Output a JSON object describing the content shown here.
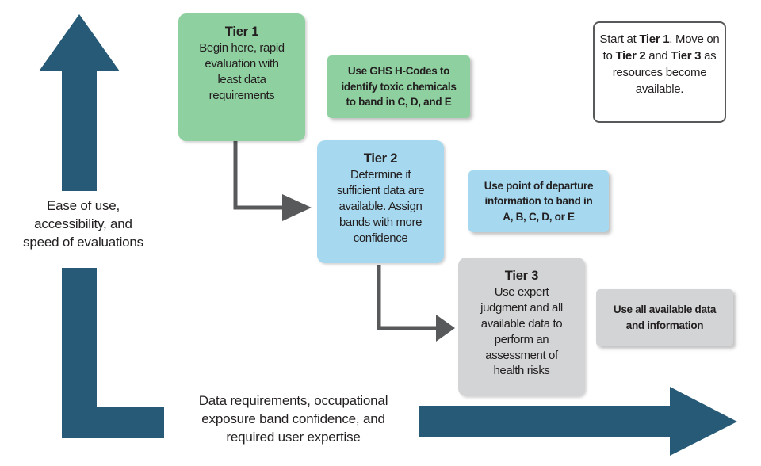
{
  "colors": {
    "arrow": "#275A76",
    "connector": "#58595B",
    "green": "#8FD0A0",
    "blue": "#A6D9EF",
    "gray": "#D2D4D5",
    "text": "#231F20",
    "note_bg": "#FFFFFF"
  },
  "axes": {
    "vertical_label_lines": [
      "Ease of use,",
      "accessibility, and",
      "speed of evaluations"
    ],
    "horizontal_label_lines": [
      "Data requirements, occupational",
      "exposure band confidence, and",
      "required user expertise"
    ]
  },
  "tiers": {
    "tier1": {
      "title": "Tier 1",
      "body_lines": [
        "Begin here, rapid",
        "evaluation with",
        "least data",
        "requirements"
      ]
    },
    "tier2": {
      "title": "Tier 2",
      "body_lines": [
        "Determine if",
        "sufficient data are",
        "available. Assign",
        "bands with more",
        "confidence"
      ]
    },
    "tier3": {
      "title": "Tier 3",
      "body_lines": [
        "Use expert",
        "judgment and all",
        "available data to",
        "perform an",
        "assessment of",
        "health risks"
      ]
    }
  },
  "callouts": {
    "ghs": {
      "lines": [
        "Use GHS H-Codes to",
        "identify toxic chemicals",
        "to band in C, D, and E"
      ]
    },
    "departure": {
      "lines": [
        "Use point of departure",
        "information to band in",
        "A, B, C, D, or E"
      ]
    },
    "all_data": {
      "lines": [
        "Use all available data",
        "and information"
      ]
    }
  },
  "note": {
    "parts": [
      "Start at ",
      "Tier 1",
      ". Move on to ",
      "Tier 2",
      " and ",
      "Tier 3",
      " as resources become available."
    ]
  },
  "icons": {
    "up_arrow": "up-arrow",
    "right_arrow": "right-arrow",
    "flow_arrows": "elbow-arrow"
  }
}
